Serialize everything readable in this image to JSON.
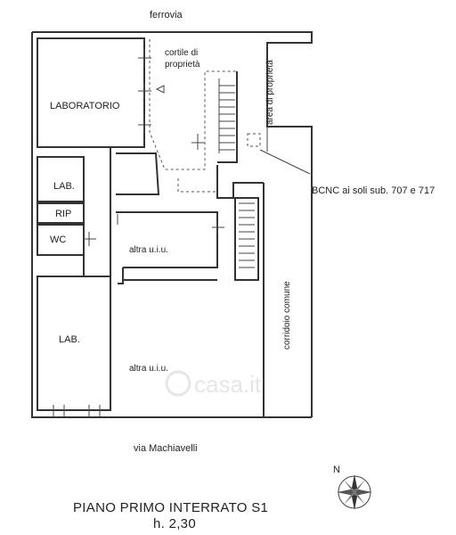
{
  "labels": {
    "street_top": "ferrovia",
    "courtyard_line1": "cortile di",
    "courtyard_line2": "proprietà",
    "area_vertical": "area di proprietà",
    "laboratorio": "LABORATORIO",
    "lab_small": "LAB.",
    "rip": "RIP",
    "wc": "WC",
    "altra_uiu_1": "altra u.i.u.",
    "altra_uiu_2": "altra u.i.u.",
    "lab_large": "LAB.",
    "bcnc": "BCNC ai soli sub. 707 e 717",
    "corridoio": "corridoio comune",
    "street_bottom": "via Machiavelli",
    "north": "N",
    "title": "PIANO PRIMO INTERRATO S1",
    "height": "h. 2,30"
  },
  "watermark": "casa.it",
  "colors": {
    "walls": "#333333",
    "watermark": "#e6e6e6"
  }
}
